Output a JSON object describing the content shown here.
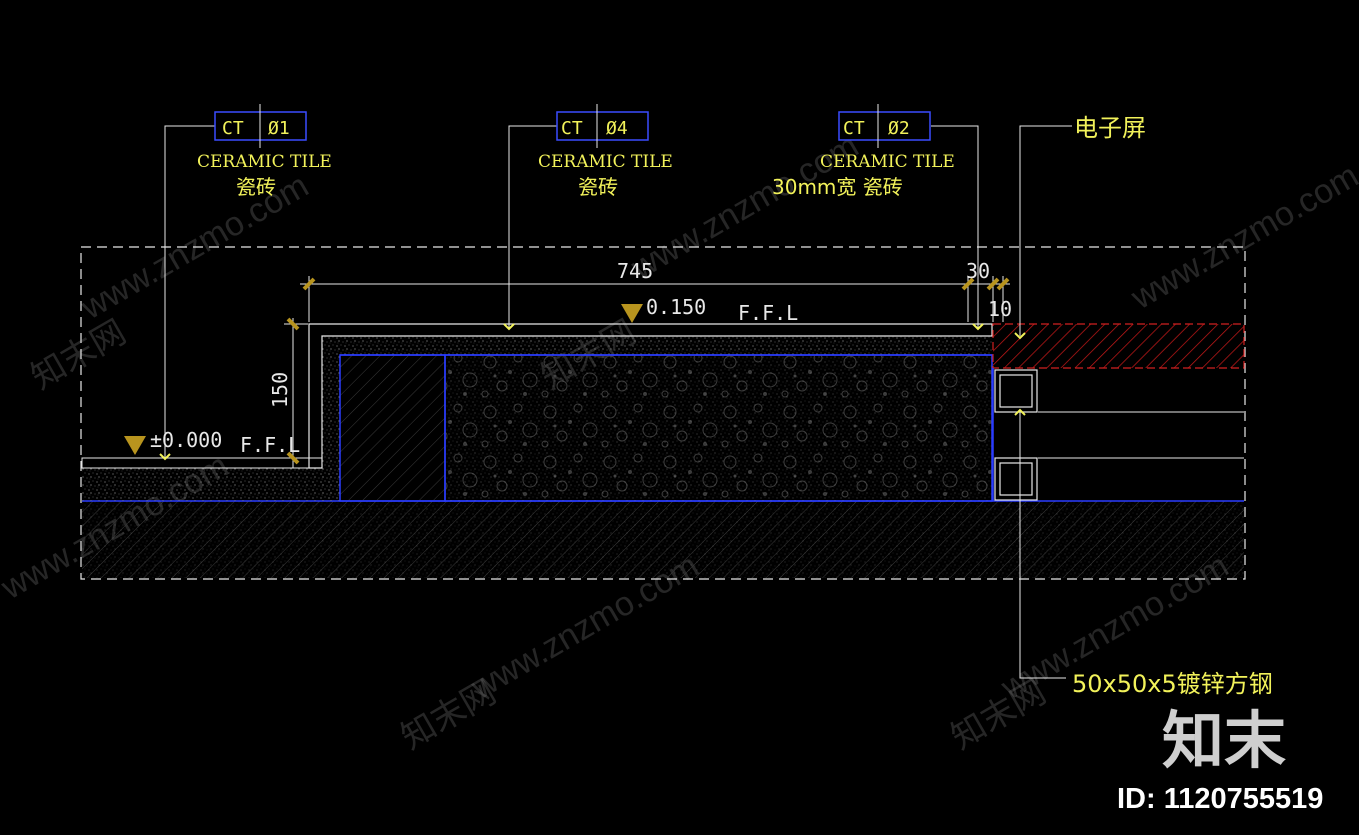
{
  "tags": [
    {
      "code": "CT",
      "num": "Ø1",
      "name": "CERAMIC TILE",
      "cn": "瓷砖"
    },
    {
      "code": "CT",
      "num": "Ø4",
      "name": "CERAMIC TILE",
      "cn": "瓷砖"
    },
    {
      "code": "CT",
      "num": "Ø2",
      "name": "CERAMIC TILE",
      "cn": "30mm宽 瓷砖"
    }
  ],
  "labels": {
    "screen": "电子屏",
    "steel": "50x50x5镀锌方钢"
  },
  "dimensions": {
    "width_main": "745",
    "width_edge": "30",
    "width_gap": "10",
    "height_step": "150"
  },
  "levels": {
    "upper": "0.150",
    "upper_suffix": "F.F.L",
    "lower": "±0.000",
    "lower_suffix": "F.F.L"
  },
  "watermark": {
    "site": "www.znzmo.com",
    "brand_cn": "知末网",
    "logo": "知末",
    "id": "ID: 1120755519"
  },
  "colors": {
    "background": "#000000",
    "lines": "#e8e8e8",
    "annotation": "#f2f25a",
    "tag_border": "#3a4cff",
    "blue_lines": "#2a3cff",
    "dim_tick": "#b8941e",
    "hatch_red": "#d02020"
  }
}
